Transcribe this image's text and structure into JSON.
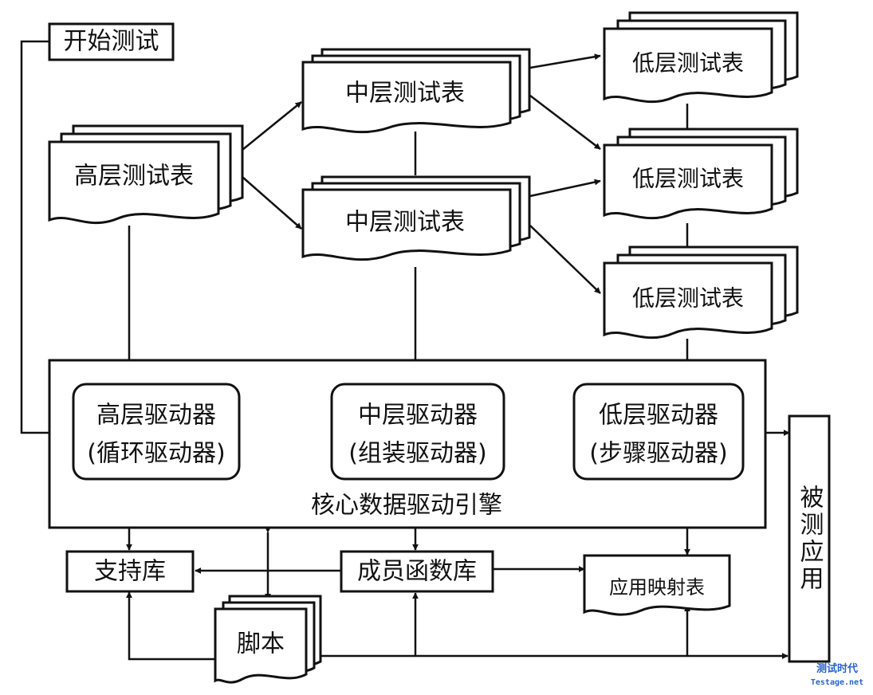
{
  "start_test": "开始测试",
  "tables": {
    "high": "高层测试表",
    "mid_top": "中层测试表",
    "mid_bottom": "中层测试表",
    "low_1": "低层测试表",
    "low_2": "低层测试表",
    "low_3": "低层测试表"
  },
  "engine": {
    "title": "核心数据驱动引擎",
    "high_driver": {
      "name": "高层驱动器",
      "alias": "(循环驱动器)"
    },
    "mid_driver": {
      "name": "中层驱动器",
      "alias": "(组装驱动器)"
    },
    "low_driver": {
      "name": "低层驱动器",
      "alias": "(步骤驱动器)"
    }
  },
  "support_lib": "支持库",
  "member_func_lib": "成员函数库",
  "app_map_table": "应用映射表",
  "script": "脚本",
  "app_under_test": "被测应用",
  "watermark": {
    "line1": "测试时代",
    "line2": "Testage.net"
  },
  "colors": {
    "ink": "#111111",
    "background": "#ffffff",
    "watermark": "#2a63c9"
  }
}
